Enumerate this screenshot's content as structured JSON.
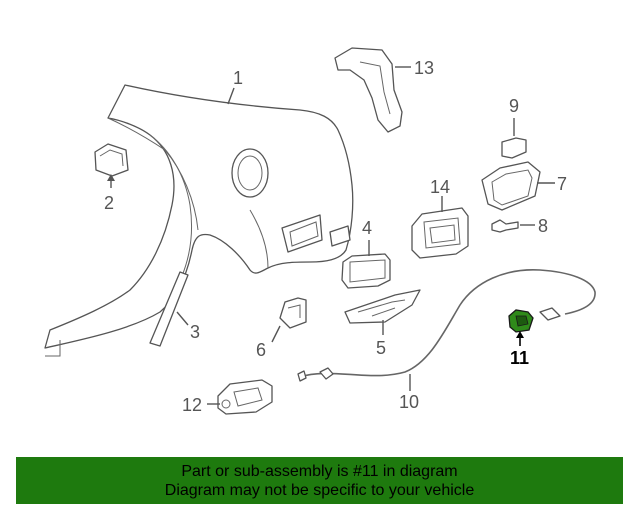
{
  "callouts": [
    {
      "id": "1",
      "label": "1"
    },
    {
      "id": "2",
      "label": "2"
    },
    {
      "id": "3",
      "label": "3"
    },
    {
      "id": "4",
      "label": "4"
    },
    {
      "id": "5",
      "label": "5"
    },
    {
      "id": "6",
      "label": "6"
    },
    {
      "id": "7",
      "label": "7"
    },
    {
      "id": "8",
      "label": "8"
    },
    {
      "id": "9",
      "label": "9"
    },
    {
      "id": "10",
      "label": "10"
    },
    {
      "id": "11",
      "label": "11",
      "highlighted": true
    },
    {
      "id": "12",
      "label": "12"
    },
    {
      "id": "13",
      "label": "13"
    },
    {
      "id": "14",
      "label": "14"
    }
  ],
  "banner": {
    "line1": "Part or sub-assembly is #11 in diagram",
    "line2": "Diagram may not be specific to your vehicle",
    "background_color": "#1e7a0e"
  },
  "colors": {
    "line": "#555555",
    "highlight_part": "#2f8a1a"
  }
}
